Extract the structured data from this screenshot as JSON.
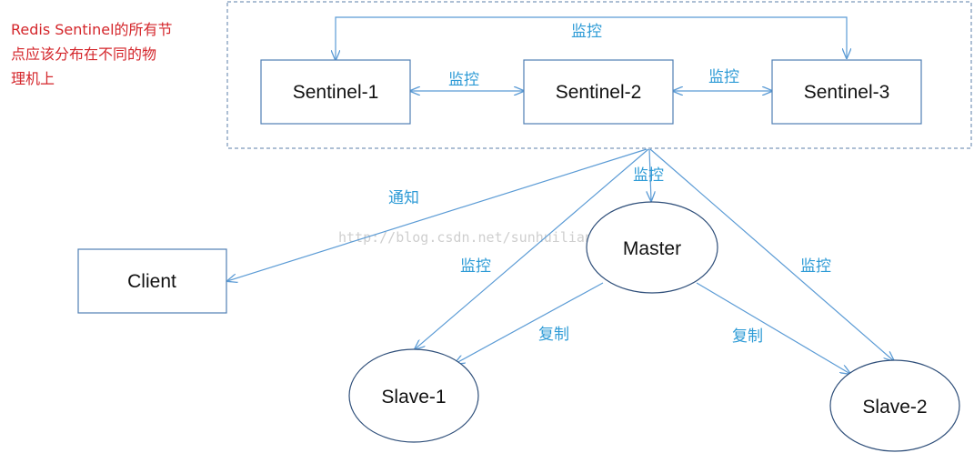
{
  "note": {
    "lines": [
      "Redis Sentinel的所有节",
      "点应该分布在不同的物",
      "理机上"
    ],
    "color": "#d4262b"
  },
  "watermark": "http://blog.csdn.net/sunhuiliang85",
  "nodes": {
    "sentinel_1": "Sentinel-1",
    "sentinel_2": "Sentinel-2",
    "sentinel_3": "Sentinel-3",
    "client": "Client",
    "master": "Master",
    "slave_1": "Slave-1",
    "slave_2": "Slave-2"
  },
  "edges": {
    "s1_s3_monitor": "监控",
    "s1_s2_monitor": "监控",
    "s2_s3_monitor": "监控",
    "notify_client": "通知",
    "monitor_master": "监控",
    "monitor_slave_1": "监控",
    "monitor_slave_2": "监控",
    "replicate_slave_1": "复制",
    "replicate_slave_2": "复制"
  },
  "colors": {
    "edge": "#5b9bd5",
    "edge_label": "#2e9bd6",
    "box_border": "#4f7fb3",
    "group_border": "#5b7fa8"
  }
}
